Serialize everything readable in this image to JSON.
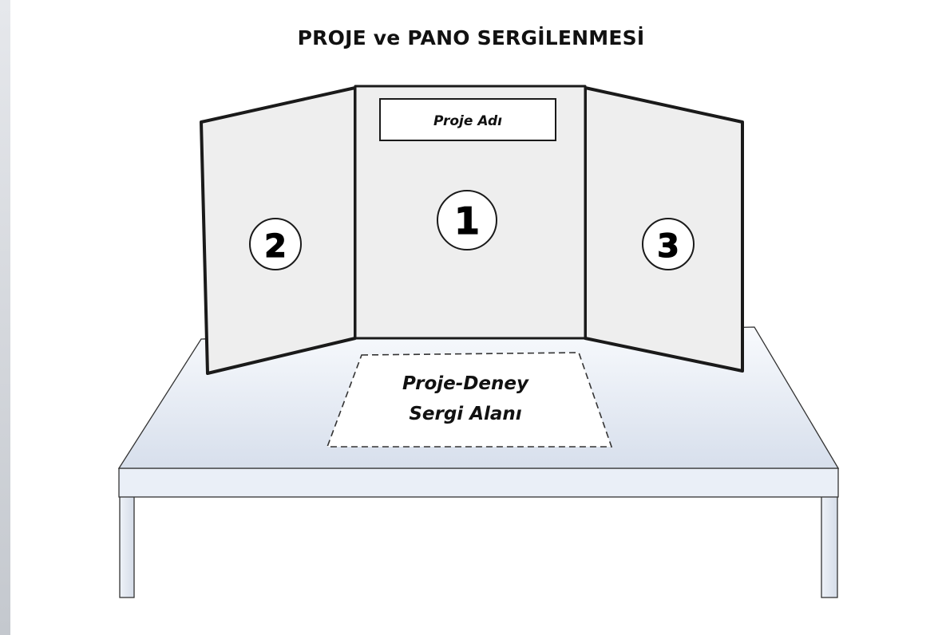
{
  "title": "PROJE ve PANO SERGİLENMESİ",
  "board": {
    "center_number": "1",
    "left_number": "2",
    "right_number": "3",
    "project_name_label": "Proje Adı"
  },
  "table": {
    "exhibit_area_line1": "Proje-Deney",
    "exhibit_area_line2": "Sergi Alanı"
  },
  "colors": {
    "panel_fill": "#eeeeee",
    "outline": "#222222",
    "table_top_light": "#f7f9fc",
    "table_top_dark": "#d9e1ee",
    "table_edge": "#e9eef6"
  }
}
